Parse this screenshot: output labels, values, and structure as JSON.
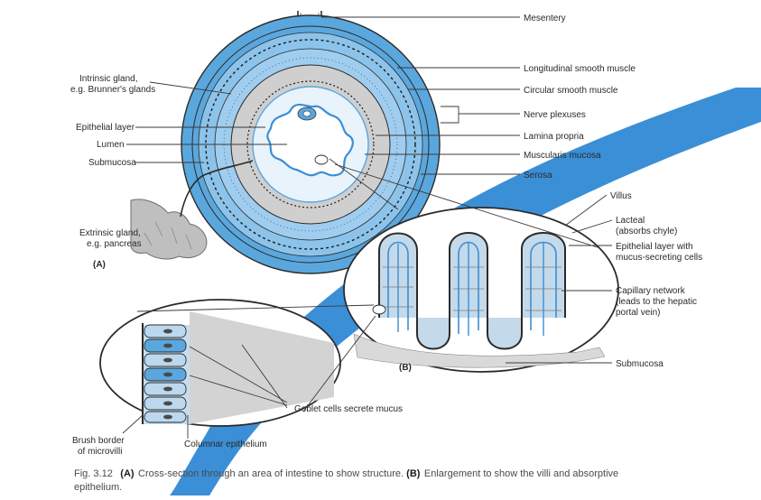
{
  "labels": {
    "mesentery": "Mesentery",
    "intrinsic_gland_1": "Intrinsic gland,",
    "intrinsic_gland_2": "e.g. Brunner's glands",
    "longitudinal_muscle": "Longitudinal smooth muscle",
    "circular_muscle": "Circular smooth muscle",
    "nerve_plexuses": "Nerve plexuses",
    "epithelial_layer": "Epithelial layer",
    "lamina_propria": "Lamina propria",
    "lumen": "Lumen",
    "muscularis_mucosa": "Muscularis mucosa",
    "submucosa": "Submucosa",
    "serosa": "Serosa",
    "extrinsic_gland_1": "Extrinsic gland,",
    "extrinsic_gland_2": "e.g. pancreas",
    "panel_a": "(A)",
    "villus": "Villus",
    "lacteal_1": "Lacteal",
    "lacteal_2": "(absorbs chyle)",
    "epithelial_mucus_1": "Epithelial layer with",
    "epithelial_mucus_2": "mucus-secreting cells",
    "capillary_1": "Capillary network",
    "capillary_2": "(leads to the hepatic",
    "capillary_3": "portal vein)",
    "panel_b": "(B)",
    "submucosa_b": "Submucosa",
    "goblet_cells": "Goblet cells secrete mucus",
    "brush_border_1": "Brush border",
    "brush_border_2": "of microvilli",
    "columnar_epithelium": "Columnar epithelium"
  },
  "caption": {
    "fig_prefix": "Fig. ",
    "fig_number": "3.12",
    "part_a": "(A)",
    "text_a": " Cross-section through an area of intestine to show structure. ",
    "part_b": "(B)",
    "text_b": " Enlargement to show the villi and absorptive",
    "line2": "epithelium."
  },
  "colors": {
    "band_blue": "#3b8fd6",
    "tissue_blue": "#5aa7de",
    "light_blue": "#bcdcf2",
    "grey_fill": "#c8c8c8",
    "outline": "#333333"
  }
}
